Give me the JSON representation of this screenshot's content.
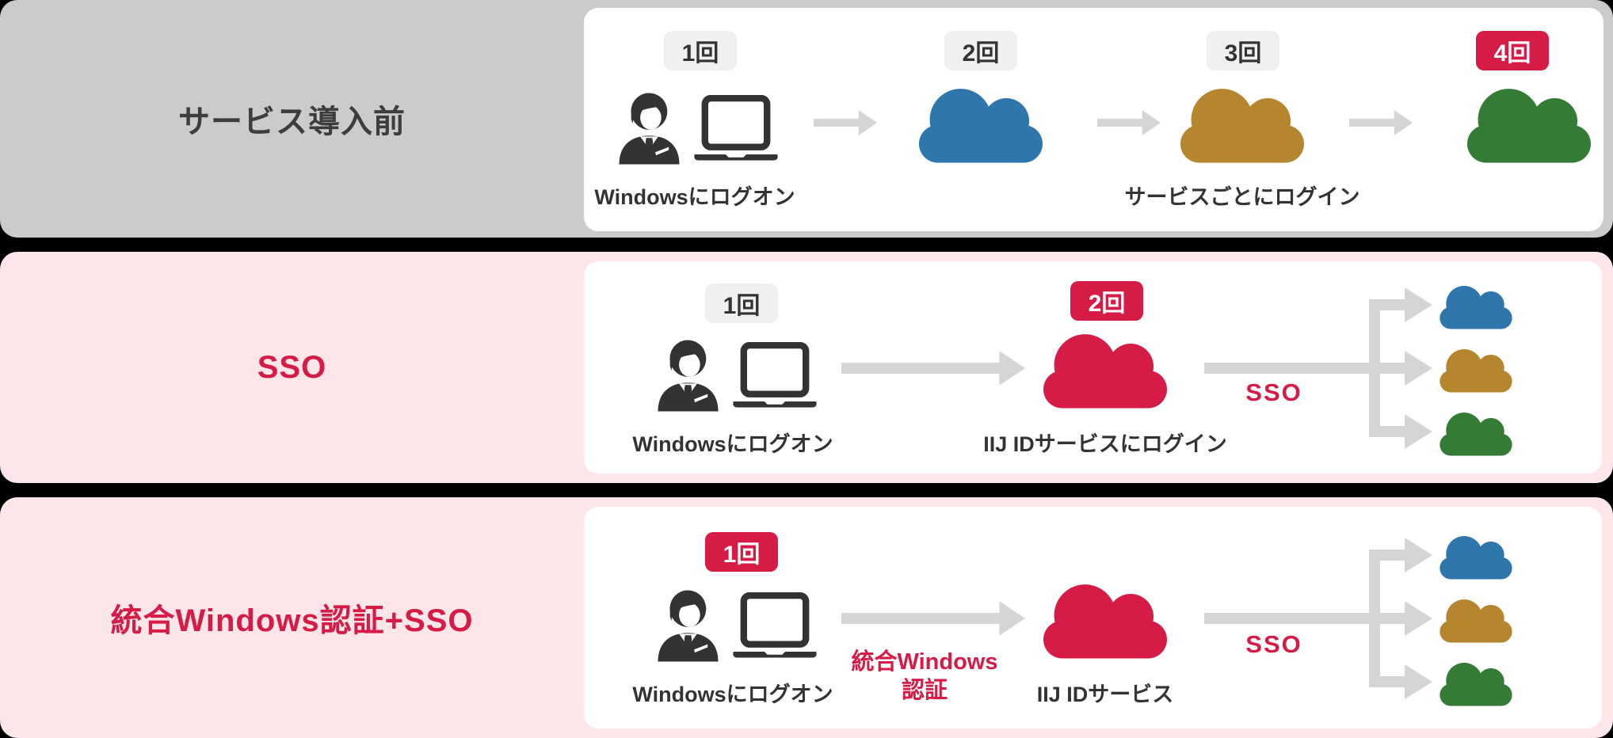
{
  "colors": {
    "band_gray": "#cbcbcb",
    "band_pink": "#fce6ea",
    "panel_white": "#ffffff",
    "accent_red": "#d61b47",
    "cloud_blue": "#2f76ad",
    "cloud_gold": "#b5862e",
    "cloud_green": "#347b35",
    "arrow_gray": "#d5d5d5",
    "icon_charcoal": "#333333",
    "badge_gray_bg": "#f0f0f2"
  },
  "icons": {
    "person": "business-person-icon",
    "laptop": "laptop-icon",
    "cloud": "cloud-icon",
    "arrow": "arrow-right-icon",
    "fork": "fork-arrows-icon"
  },
  "rows": [
    {
      "label": "サービス導入前",
      "badge1": "1回",
      "badge2": "2回",
      "badge3": "3回",
      "badge4": "4回",
      "caption_login": "Windowsにログオン",
      "caption_services": "サービスごとにログイン"
    },
    {
      "label": "SSO",
      "badge1": "1回",
      "badge2": "2回",
      "caption_login": "Windowsにログオン",
      "caption_cloud": "IIJ IDサービスにログイン",
      "sso_label": "SSO"
    },
    {
      "label": "統合Windows認証+SSO",
      "badge1": "1回",
      "caption_login": "Windowsにログオン",
      "arrow_label_line1": "統合Windows",
      "arrow_label_line2": "認証",
      "caption_cloud": "IIJ IDサービス",
      "sso_label": "SSO"
    }
  ]
}
